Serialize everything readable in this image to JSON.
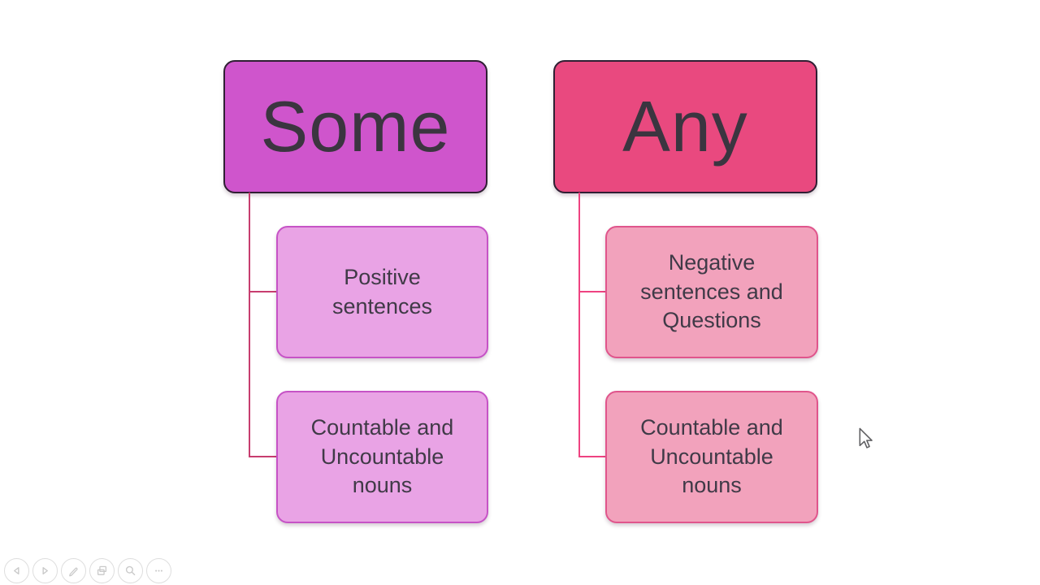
{
  "slide": {
    "background": "#ffffff",
    "parent_text_color": "#3b3540",
    "child_text_color": "#403a47"
  },
  "diagram": {
    "type": "hierarchy",
    "topic": "Some vs Any",
    "columns": [
      {
        "parent": {
          "label": "Some",
          "fill": "#cf55cc",
          "border": "#2f1f33"
        },
        "connector_color": "#c73d6f",
        "children": [
          {
            "label": "Positive sentences",
            "fill": "#e9a3e5",
            "border": "#c653c6"
          },
          {
            "label": "Countable and Uncountable nouns",
            "fill": "#e9a3e5",
            "border": "#c653c6"
          }
        ]
      },
      {
        "parent": {
          "label": "Any",
          "fill": "#e9497f",
          "border": "#2f1f33"
        },
        "connector_color": "#ee4381",
        "children": [
          {
            "label": "Negative sentences and Questions",
            "fill": "#f2a2bc",
            "border": "#e0558c"
          },
          {
            "label": "Countable and Uncountable nouns",
            "fill": "#f2a2bc",
            "border": "#e0558c"
          }
        ]
      }
    ]
  },
  "slideshow_toolbar": {
    "buttons": [
      {
        "name": "previous-slide",
        "icon": "left-triangle-icon"
      },
      {
        "name": "next-slide",
        "icon": "right-triangle-icon"
      },
      {
        "name": "pen-tools",
        "icon": "pen-icon"
      },
      {
        "name": "see-all-slides",
        "icon": "slides-icon"
      },
      {
        "name": "zoom-into-slide",
        "icon": "magnifier-icon"
      },
      {
        "name": "more-options",
        "icon": "ellipsis-icon"
      }
    ],
    "icon_color": "#c9c9c9"
  },
  "cursor": {
    "shape": "arrow"
  }
}
